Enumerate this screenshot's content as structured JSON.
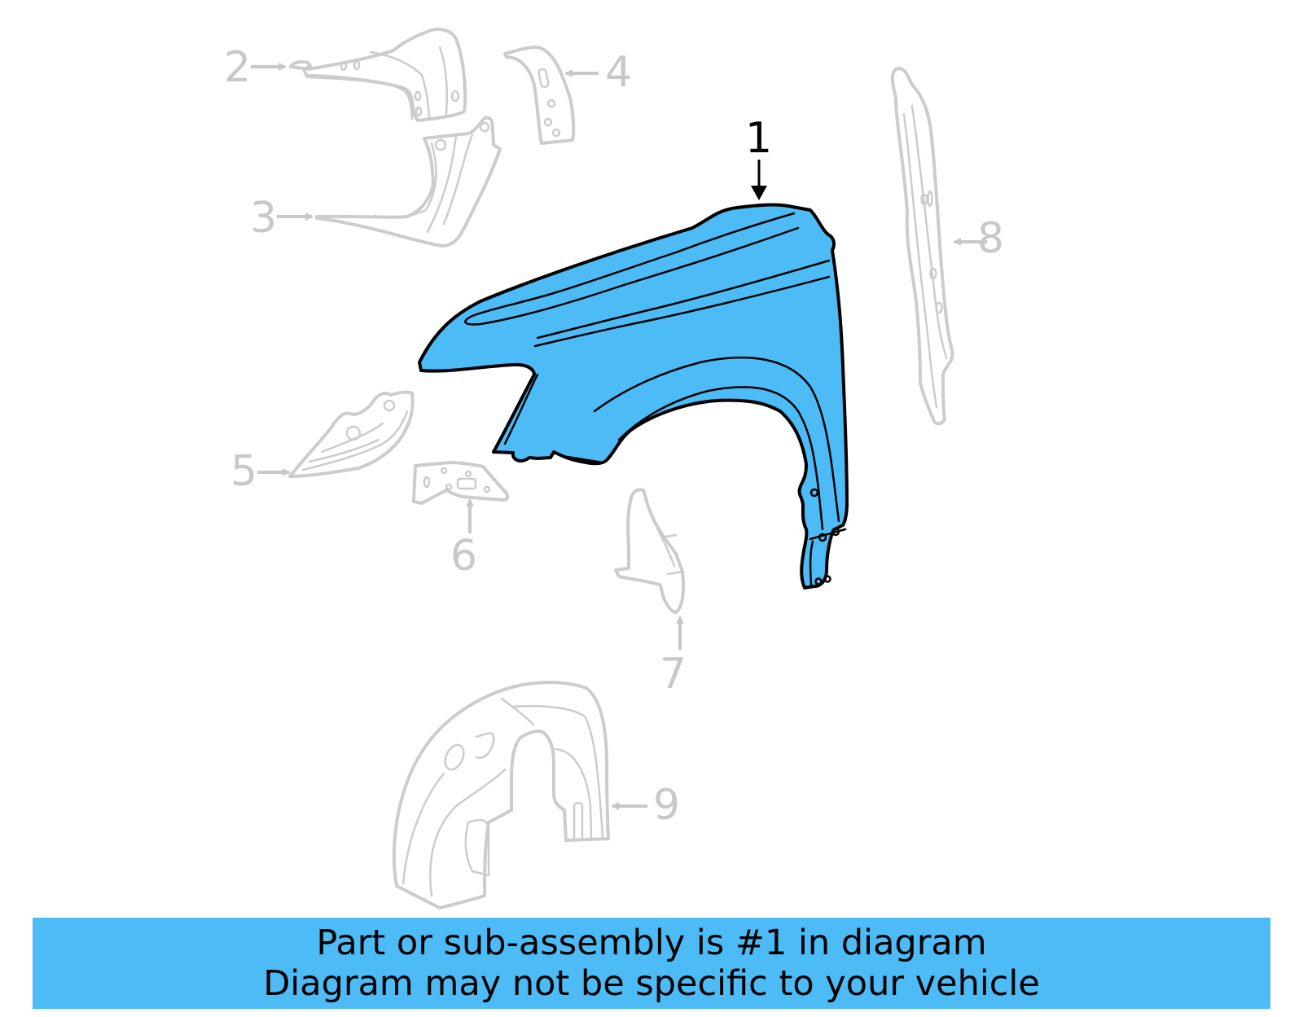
{
  "diagram": {
    "highlight_color": "#4dbbf5",
    "ghost_color": "#cccccc",
    "callouts": [
      {
        "number": "1",
        "part": "fender",
        "highlighted": true
      },
      {
        "number": "2",
        "part": "upper-reinforcement",
        "highlighted": false
      },
      {
        "number": "3",
        "part": "lower-bracket",
        "highlighted": false
      },
      {
        "number": "4",
        "part": "small-bracket",
        "highlighted": false
      },
      {
        "number": "5",
        "part": "side-bracket",
        "highlighted": false
      },
      {
        "number": "6",
        "part": "mount-bracket",
        "highlighted": false
      },
      {
        "number": "7",
        "part": "rear-bracket",
        "highlighted": false
      },
      {
        "number": "8",
        "part": "rail-reinforcement",
        "highlighted": false
      },
      {
        "number": "9",
        "part": "fender-liner",
        "highlighted": false
      }
    ]
  },
  "banner": {
    "background": "#4dbbf5",
    "line1": "Part or sub-assembly is #1 in diagram",
    "line2": "Diagram may not be specific to your vehicle"
  }
}
